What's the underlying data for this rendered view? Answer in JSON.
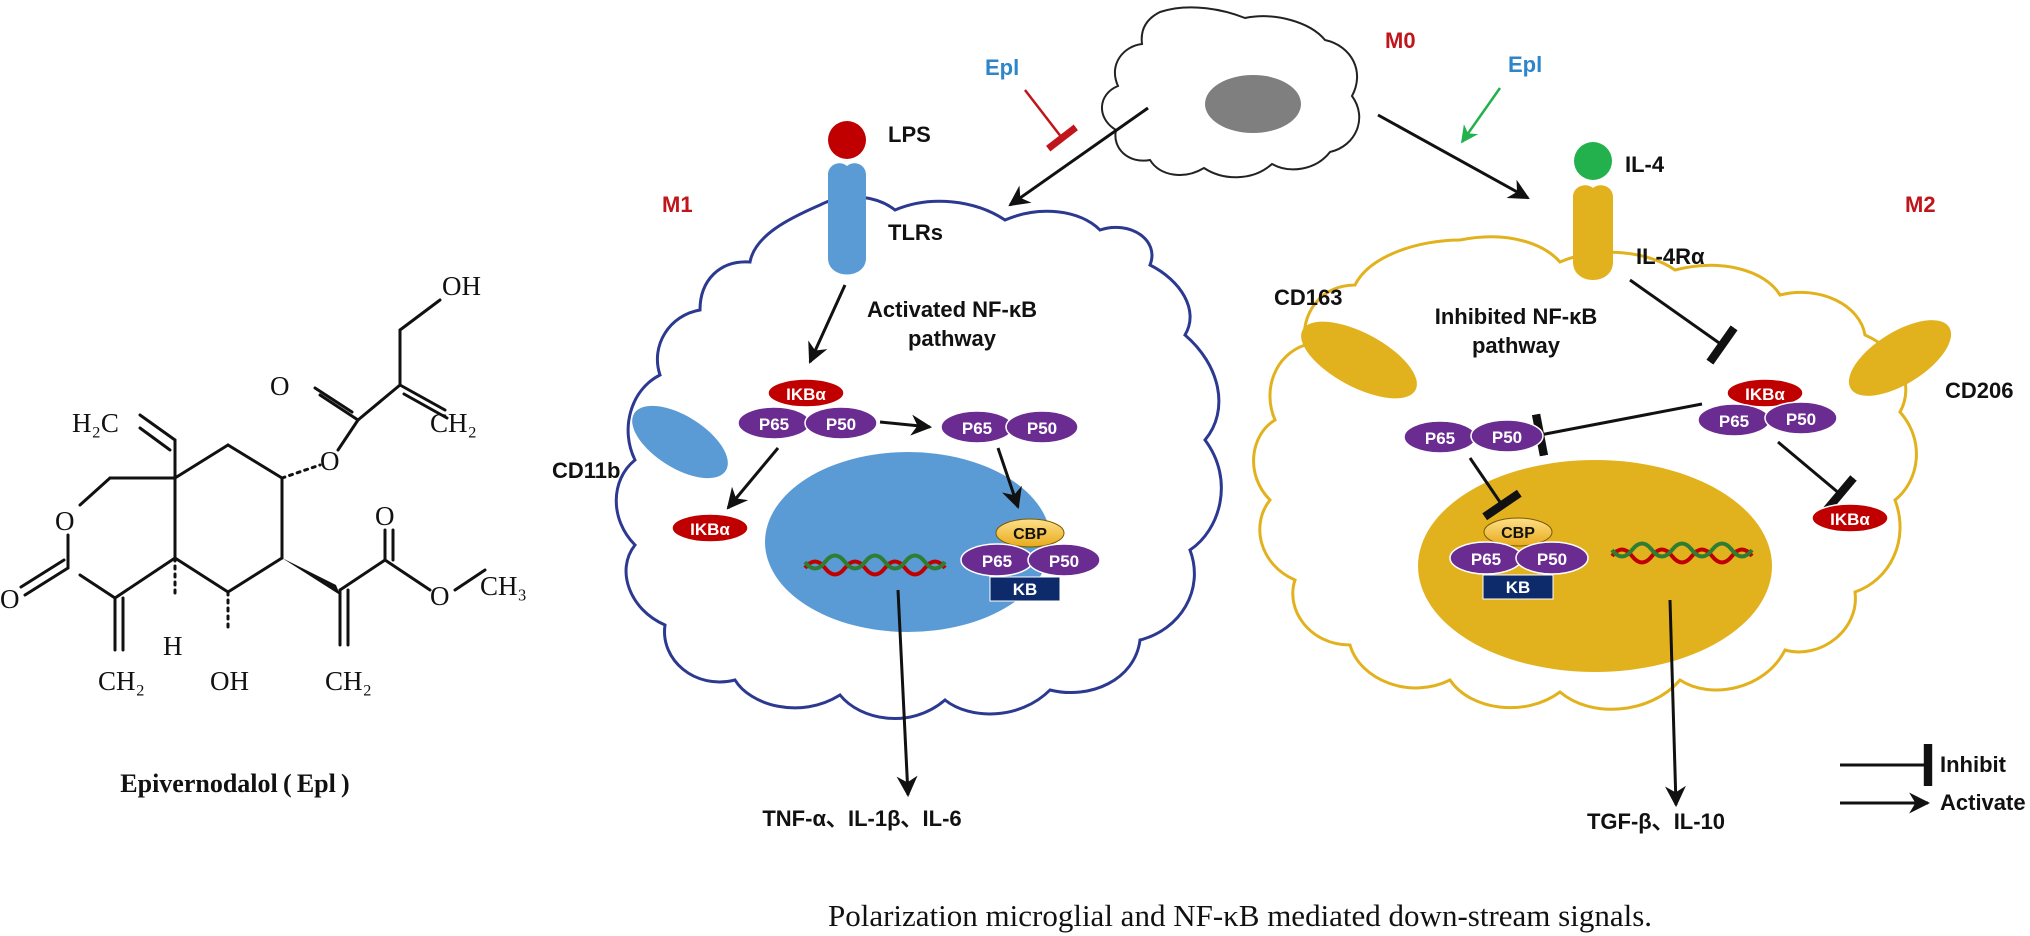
{
  "caption": "Polarization microglial and NF-κB mediated down-stream signals.",
  "molecule": {
    "name": "Epivernodalol ( Epl )",
    "atoms": {
      "oh_top": "OH",
      "h2c": "H₂C",
      "ch2_ester": "CH₂",
      "o_ring": "O",
      "o_carbonyl": "O",
      "o_ester": "O",
      "o_ester_carbonyl": "O",
      "o_methyl_carbonyl": "O",
      "o_methyl": "O",
      "ch3": "CH₃",
      "h": "H",
      "oh_bottom": "OH",
      "ch2_left": "CH₂",
      "ch2_right": "CH₂"
    }
  },
  "diagram": {
    "m0": "M0",
    "m1": "M1",
    "m2": "M2",
    "epl_left": "Epl",
    "epl_right": "Epl",
    "lps": "LPS",
    "tlrs": "TLRs",
    "il4": "IL-4",
    "il4ra": "IL-4Rα",
    "cd11b": "CD11b",
    "cd163": "CD163",
    "cd206": "CD206",
    "m1_pathway_line1": "Activated NF-κB",
    "m1_pathway_line2": "pathway",
    "m2_pathway_line1": "Inhibited NF-κB",
    "m2_pathway_line2": "pathway",
    "ikba": "IKBα",
    "p65": "P65",
    "p50": "P50",
    "cbp": "CBP",
    "kb": "KB",
    "m1_outputs": "TNF-α、IL-1β、IL-6",
    "m2_outputs": "TGF-β、IL-10",
    "legend_inhibit": "Inhibit",
    "legend_activate": "Activate"
  },
  "colors": {
    "red_label": "#c0161b",
    "blue_label": "#2e86c8",
    "green_arrow": "#22b14c",
    "m1_membrane": "#2b3990",
    "m1_nucleus": "#5b9bd5",
    "m2_membrane": "#e2b21e",
    "m2_nucleus": "#e2b21e",
    "p_protein": "#6a2c91",
    "ikba": "#c00000",
    "cbp": "#f2c12e",
    "kb": "#0d2b6b"
  }
}
